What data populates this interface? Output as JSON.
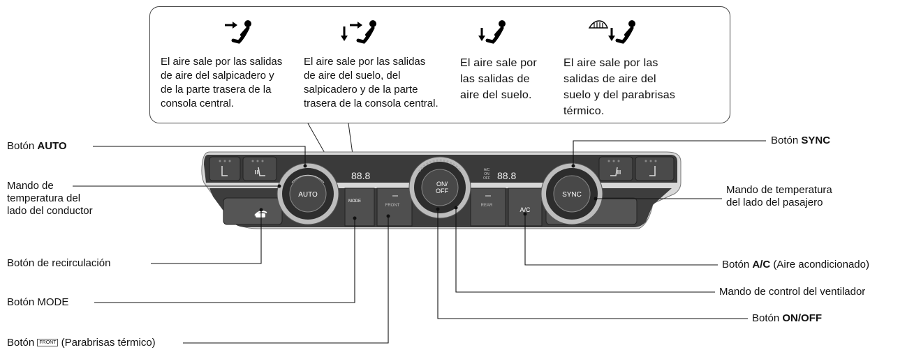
{
  "modes": [
    {
      "desc_lines": [
        "El aire sale por las salidas",
        "de aire del salpicadero y",
        "de la parte trasera de la",
        "consola central."
      ]
    },
    {
      "desc_lines": [
        "El aire sale por las salidas",
        "de aire del suelo, del",
        "salpicadero y de la parte",
        "trasera de la consola central."
      ]
    },
    {
      "desc_lines": [
        "El aire sale por",
        "las salidas de",
        "aire del suelo."
      ]
    },
    {
      "desc_lines": [
        "El aire sale por las",
        "salidas de aire del",
        "suelo y del parabrisas",
        "térmico."
      ]
    }
  ],
  "labels": {
    "auto": {
      "prefix": "Botón ",
      "bold": "AUTO"
    },
    "driver_temp": [
      "Mando de",
      "temperatura del",
      "lado del conductor"
    ],
    "recirc": {
      "text": "Botón de recirculación"
    },
    "mode": {
      "text": "Botón MODE"
    },
    "front": {
      "prefix": "Botón ",
      "icon_text": "FRONT",
      "suffix": " (Parabrisas térmico)"
    },
    "sync": {
      "prefix": "Botón ",
      "bold": "SYNC"
    },
    "pass_temp": [
      "Mando de temperatura",
      "del lado del pasajero"
    ],
    "ac": {
      "prefix": "Botón ",
      "bold": "A/C",
      "suffix": " (Aire acondicionado)"
    },
    "fan": {
      "text": "Mando de control del ventilador"
    },
    "onoff": {
      "prefix": "Botón ",
      "bold": "ON/OFF"
    }
  },
  "panel": {
    "auto_knob": "AUTO",
    "sync_knob": "SYNC",
    "center_knob": [
      "ON/",
      "OFF"
    ],
    "mode_btn": "MODE",
    "front_btn": "FRONT",
    "rear_btn": "REAR",
    "ac_btn": "A/C",
    "left_display": "88.8",
    "right_display": "88.8",
    "ac_status": [
      "A/C",
      "ON",
      "OFF"
    ]
  },
  "colors": {
    "panel_dark": "#3a3a3a",
    "panel_mid": "#5a5a5a",
    "line": "#111111"
  }
}
